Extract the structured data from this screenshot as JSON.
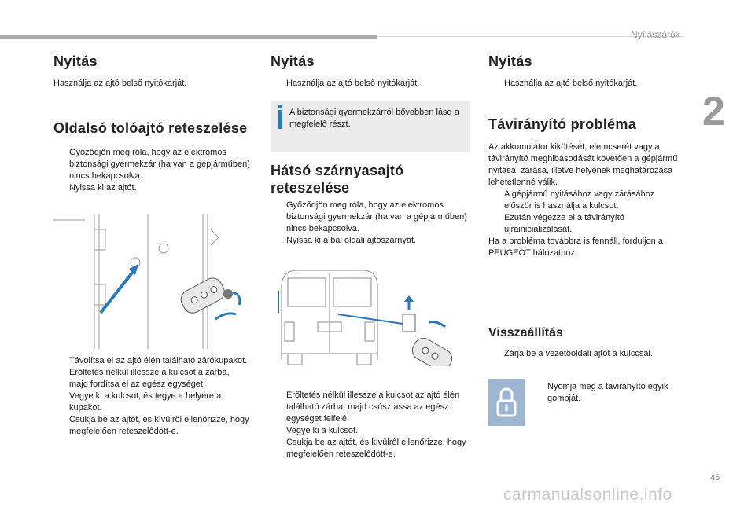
{
  "header": {
    "section": "Nyílászárók",
    "chapter": "2"
  },
  "footer": {
    "page_number": "45",
    "watermark": "carmanualsonline.info"
  },
  "col1": {
    "h1": "Nyitás",
    "p1": "Használja az ajtó belső nyitókarját.",
    "h2": "Oldalsó tolóajtó reteszelése",
    "bullets1": [
      "Győződjön meg róla, hogy az elektromos biztonsági gyermekzár (ha van a gépjárműben) nincs bekapcsolva.",
      "Nyissa ki az ajtót."
    ],
    "bullets2": [
      "Távolítsa el az ajtó élén található zárókupakot.",
      "Erőltetés nélkül illessze a kulcsot a zárba, majd fordítsa el az egész egységet.",
      "Vegye ki a kulcsot, és tegye a helyére a kupakot.",
      "Csukja be az ajtót, és kívülről ellenőrizze, hogy megfelelően reteszelődött-e."
    ]
  },
  "col2": {
    "h1": "Nyitás",
    "bullet0": "Használja az ajtó belső nyitókarját.",
    "info": "A biztonsági gyermekzárról bővebben lásd a megfelelő részt.",
    "h2": "Hátsó szárnyasajtó reteszelése",
    "bullets1": [
      "Győződjön meg róla, hogy az elektromos biztonsági gyermekzár (ha van a gépjárműben) nincs bekapcsolva.",
      "Nyissa ki a bal oldali ajtószárnyat."
    ],
    "bullets2": [
      "Erőltetés nélkül illessze a kulcsot az ajtó élén található zárba, majd csúsztassa az egész egységet felfelé.",
      "Vegye ki a kulcsot.",
      "Csukja be az ajtót, és kívülről ellenőrizze, hogy megfelelően reteszelődött-e."
    ]
  },
  "col3": {
    "h1": "Nyitás",
    "bullet0": "Használja az ajtó belső nyitókarját.",
    "h2": "Távirányító probléma",
    "p1": "Az akkumulátor kikötését, elemcserét vagy a távirányító meghibásodását követően a gépjármű nyitása, zárása, illetve helyének meghatározása lehetetlenné válik.",
    "bullets1": [
      "A gépjármű nyitásához vagy zárásához először is használja a kulcsot.",
      "Ezután végezze el a távirányító újrainicializálását."
    ],
    "p2": "Ha a probléma továbbra is fennáll, forduljon a PEUGEOT hálózathoz.",
    "h3": "Visszaállítás",
    "bullet2": "Zárja be a vezetőoldali ajtót a kulccsal.",
    "bullet3": "Nyomja meg a távirányító egyik gombját."
  },
  "bullet_marker": "",
  "colors": {
    "accent_blue": "#2a7ab8",
    "info_bg": "#ececec",
    "lock_bg": "#9fb6d2",
    "grey_bar": "#a9a9a9"
  }
}
